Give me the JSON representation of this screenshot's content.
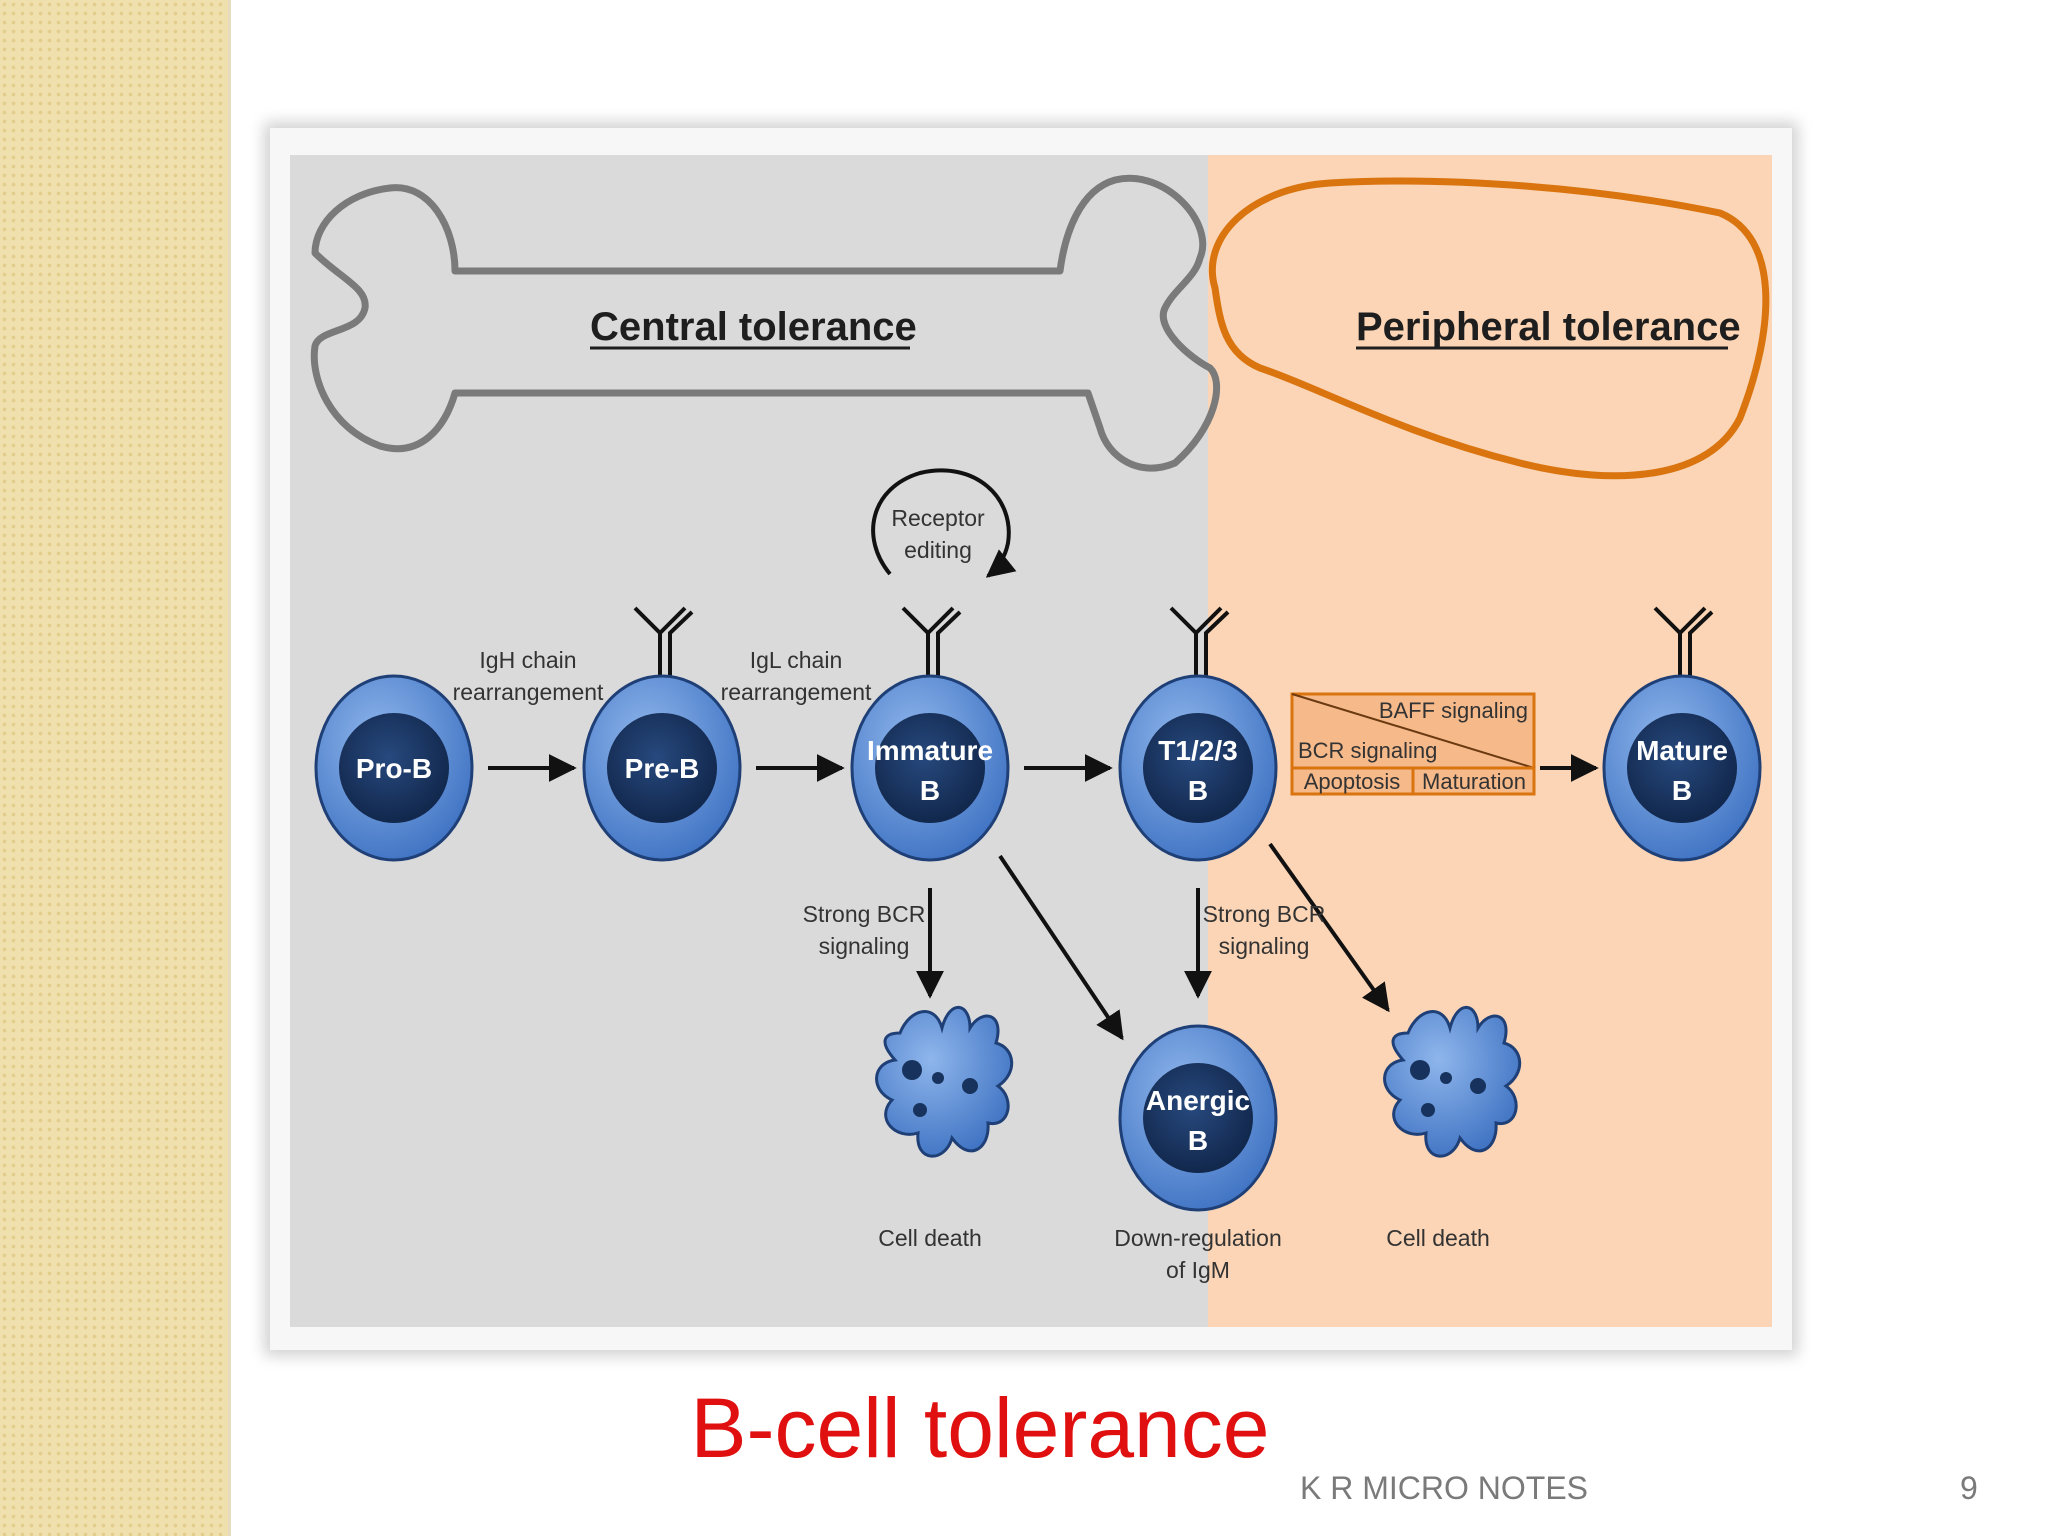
{
  "slide": {
    "title": "B-cell tolerance",
    "footer": "K R MICRO NOTES",
    "page_number": "9"
  },
  "diagram": {
    "regions": {
      "central": "Central tolerance",
      "peripheral": "Peripheral tolerance"
    },
    "cells": {
      "pro_b": "Pro-B",
      "pre_b": "Pre-B",
      "immature_line1": "Immature",
      "immature_line2": "B",
      "transitional_line1": "T1/2/3",
      "transitional_line2": "B",
      "mature_line1": "Mature",
      "mature_line2": "B",
      "anergic_line1": "Anergic",
      "anergic_line2": "B"
    },
    "labels": {
      "igh_line1": "IgH chain",
      "igh_line2": "rearrangement",
      "igl_line1": "IgL chain",
      "igl_line2": "rearrangement",
      "receptor_line1": "Receptor",
      "receptor_line2": "editing",
      "strong_bcr_1_line1": "Strong BCR",
      "strong_bcr_1_line2": "signaling",
      "strong_bcr_2_line1": "Strong BCR",
      "strong_bcr_2_line2": "signaling",
      "cell_death_1": "Cell death",
      "cell_death_2": "Cell death",
      "downreg_line1": "Down-regulation",
      "downreg_line2": "of IgM"
    },
    "signal_box": {
      "baff": "BAFF signaling",
      "bcr": "BCR signaling",
      "apoptosis": "Apoptosis",
      "maturation": "Maturation"
    },
    "colors": {
      "central_bg": "#dadada",
      "peripheral_bg": "#fbd5b5",
      "bone_outline": "#7a7a7a",
      "spleen_outline": "#d9740f",
      "cell_outer": "#5b8fd6",
      "cell_inner": "#17325c",
      "signal_box_border": "#d9740f"
    }
  }
}
